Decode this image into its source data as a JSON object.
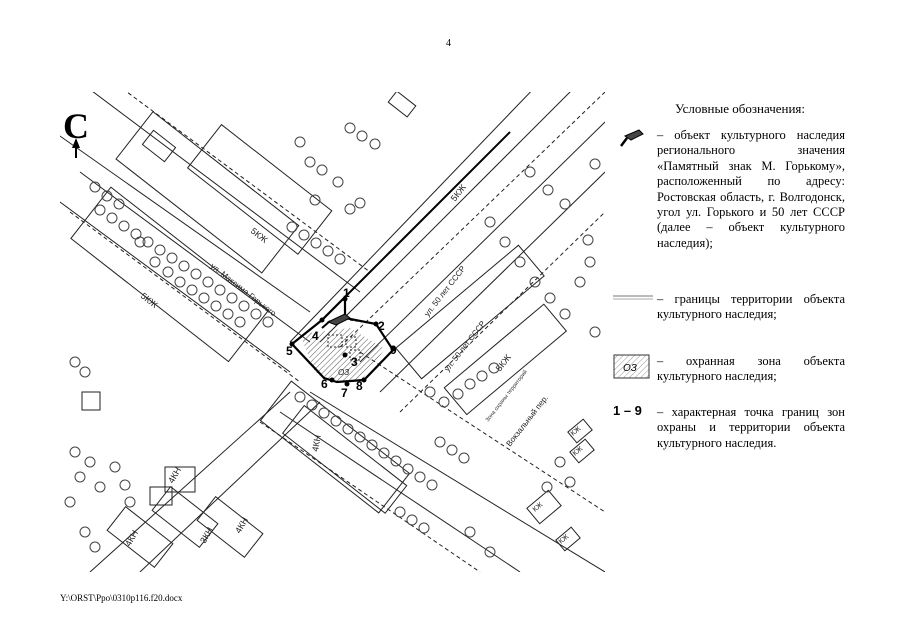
{
  "page_number": "4",
  "footer_path": "Y:\\ORST\\Ppo\\0310p116.f20.docx",
  "map": {
    "north_letter": "С",
    "streets": {
      "gorkogo": "ул. Максима Горького",
      "fifty_ussr_upper": "ул. 50 лет СССР",
      "fifty_ussr_lower": "ул. 50 лет СССР",
      "vokzalny": "Вокзальный пер.",
      "industrial": "Зона охраны территорий"
    },
    "labels": {
      "b5kzh_left": "5КЖ",
      "b5kzh_mid": "5КЖ",
      "b5kzh_top": "5КЖ",
      "b5kzh_right": "5КЖ",
      "b4kn_center": "4КН",
      "b4kn_left": "4КН",
      "b4kn_bl": "4КН",
      "b3kn": "3КН",
      "b4kn_b3": "4КН",
      "kzh1": "КЖ",
      "kzh2": "КЖ",
      "kzh3": "КЖ",
      "kzh4": "КЖ",
      "oz": "ОЗ"
    },
    "points": [
      "1",
      "2",
      "3",
      "4",
      "5",
      "6",
      "7",
      "8",
      "9"
    ]
  },
  "legend": {
    "title": "Условные обозначения:",
    "items": [
      {
        "text": "– объект культурного наследия регионального значения «Памятный знак М. Горькому», расположенный по адресу: Ростовская область, г. Волгодонск, угол ул. Горького и 50 лет СССР (далее – объект культурного наследия);"
      },
      {
        "text": "– границы территории объекта культурного наследия;"
      },
      {
        "text": "– охранная зона объекта культурного наследия;",
        "symbol_label": "ОЗ"
      },
      {
        "text": "– характерная точка границ зон охраны и территории объекта культурного наследия.",
        "symbol_label": "1 – 9"
      }
    ]
  }
}
